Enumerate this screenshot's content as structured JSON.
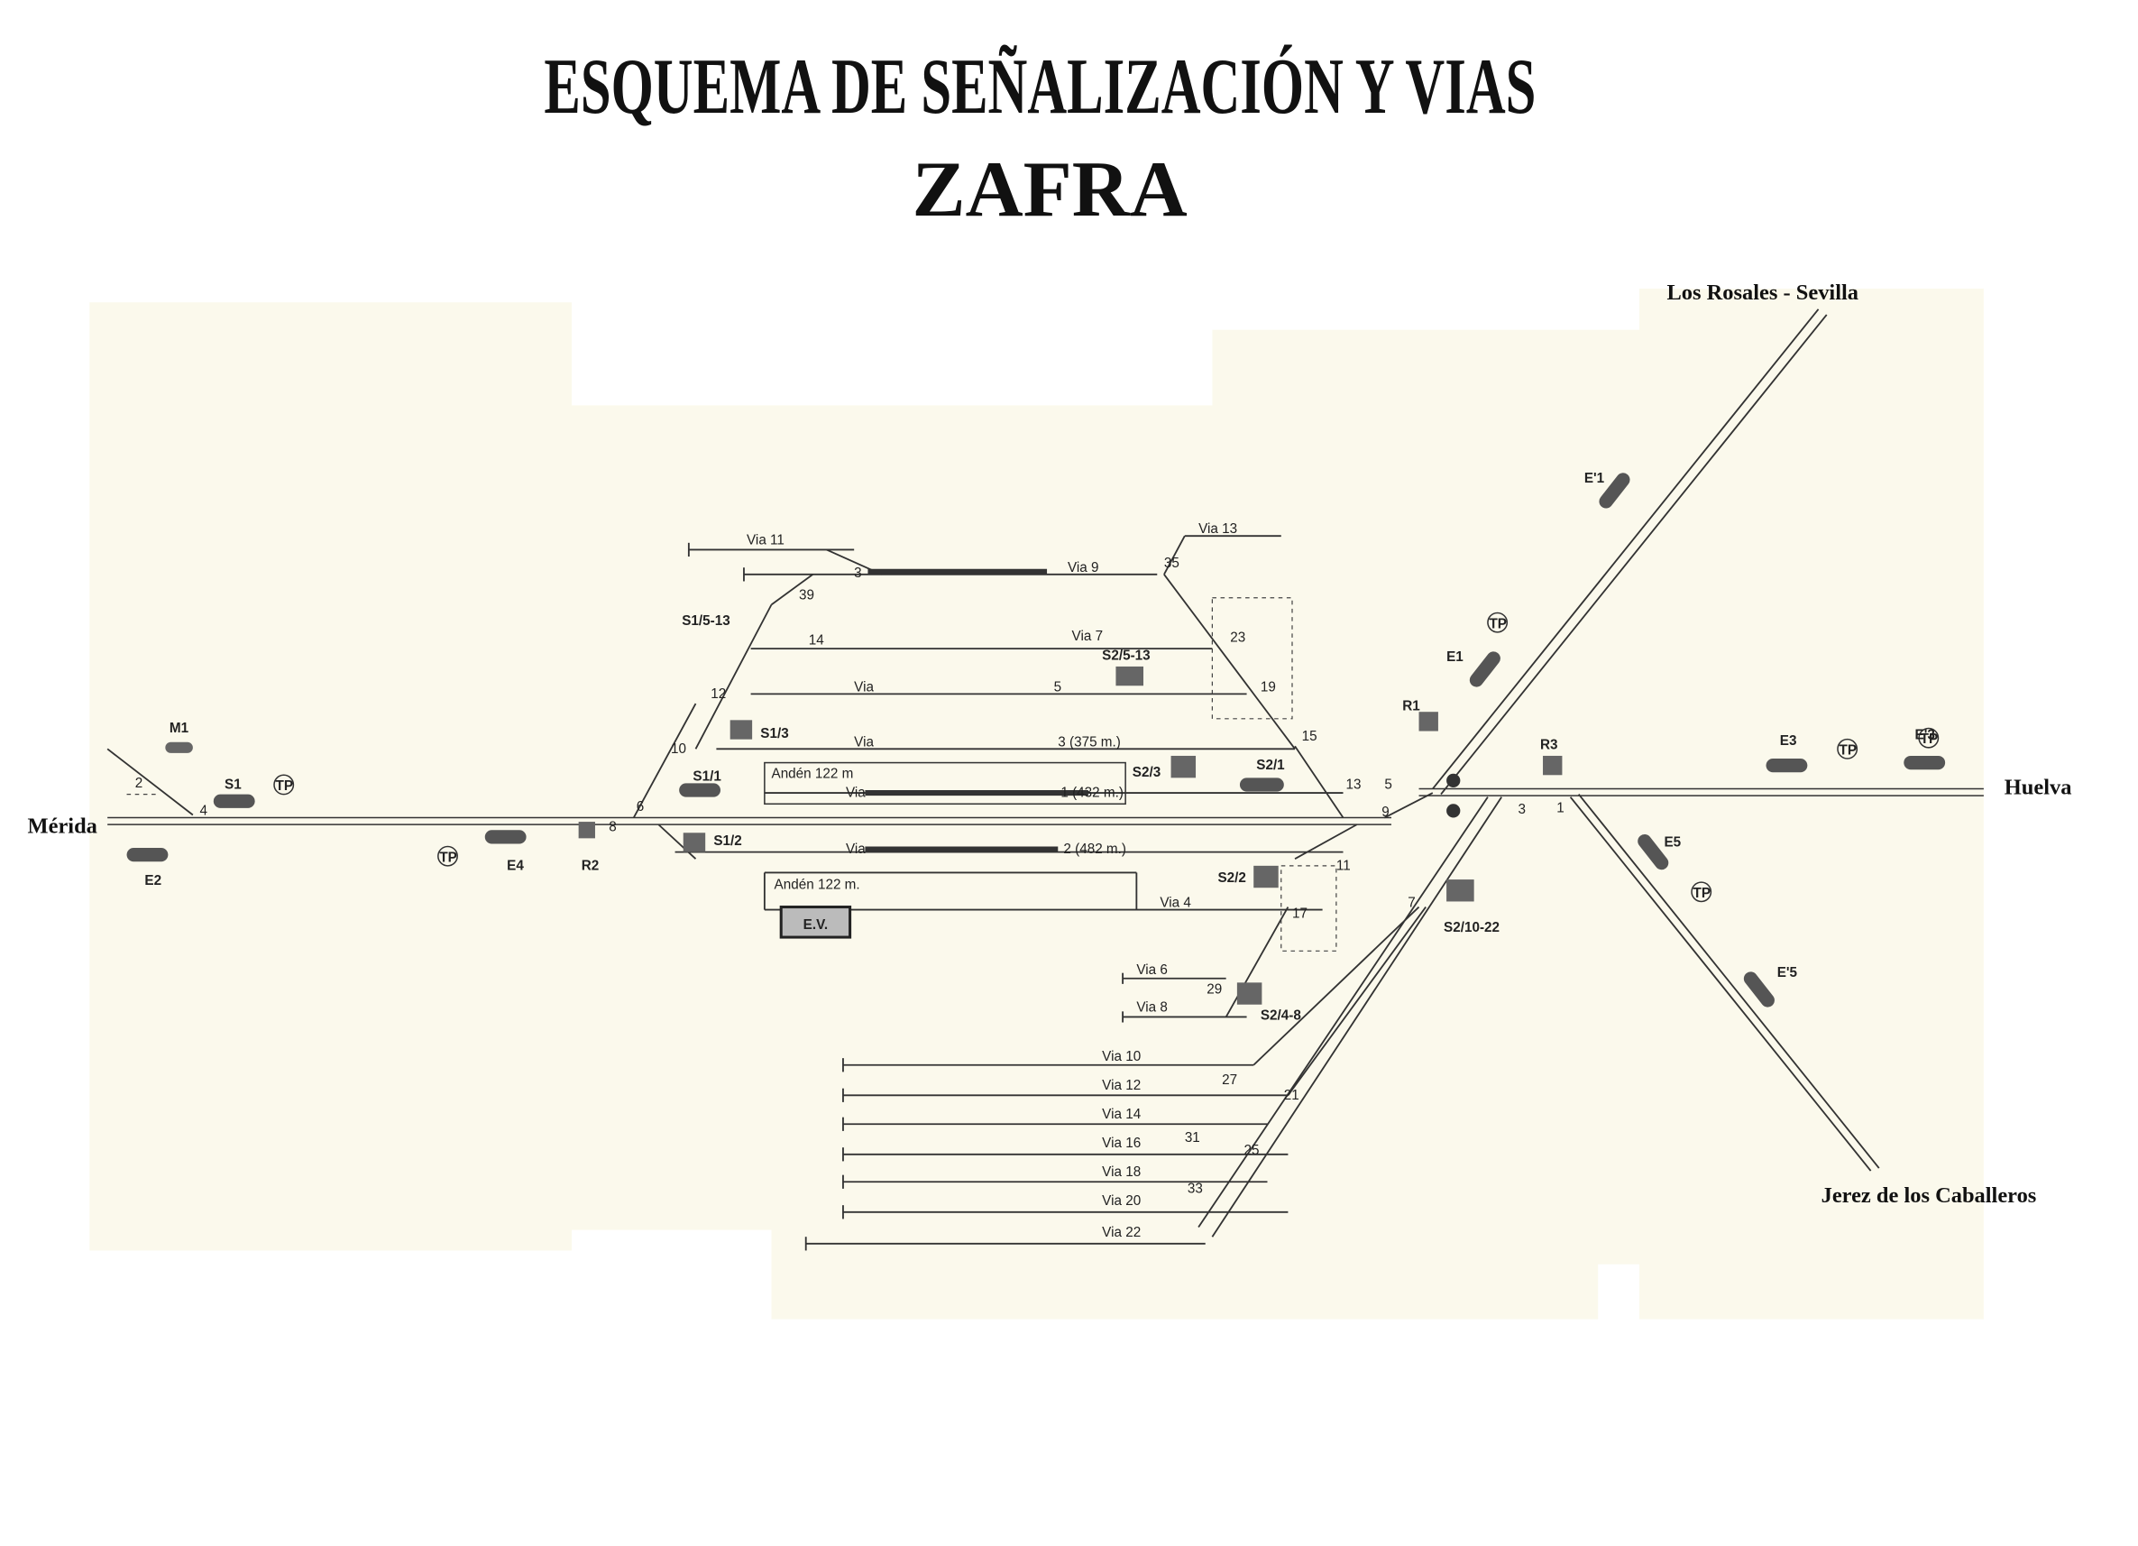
{
  "title": {
    "line1": "ESQUEMA DE SEÑALIZACIÓN Y VIAS",
    "line2": "ZAFRA"
  },
  "places": {
    "merida": "Mérida",
    "huelva": "Huelva",
    "sevilla": "Los Rosales - Sevilla",
    "jerez": "Jerez de los Caballeros"
  },
  "tracks": {
    "via11": "Via 11",
    "via13": "Via 13",
    "via9": "Via 9",
    "via7": "Via 7",
    "via": "Via",
    "via5": "5",
    "via3": "3 (375 m.)",
    "via1": "1 (432 m.)",
    "via2": "2 (482 m.)",
    "via4": "Via 4",
    "via6": "Via 6",
    "via8": "Via 8",
    "via10": "Via 10",
    "via12": "Via 12",
    "via14": "Via 14",
    "via16": "Via 16",
    "via18": "Via 18",
    "via20": "Via 20",
    "via22": "Via 22"
  },
  "platforms": {
    "anden1": "Andén 122 m",
    "anden2": "Andén 122 m."
  },
  "building": "E.V.",
  "signals": {
    "M1": "M1",
    "S1": "S1",
    "E2": "E2",
    "E4": "E4",
    "R2": "R2",
    "S1_5_13": "S1/5-13",
    "S1_3": "S1/3",
    "S1_1": "S1/1",
    "S1_2": "S1/2",
    "S2_5_13": "S2/5-13",
    "S2_3": "S2/3",
    "S2_1": "S2/1",
    "S2_2": "S2/2",
    "S2_4_8": "S2/4-8",
    "S2_10_22": "S2/10-22",
    "R1": "R1",
    "E1": "E1",
    "E_1": "E'1",
    "R3": "R3",
    "E3": "E3",
    "E_3": "E'3",
    "E5": "E5",
    "E_5": "E'5",
    "TP": "TP"
  },
  "switches": {
    "n2": "2",
    "n4": "4",
    "n6": "6",
    "n8": "8",
    "n10": "10",
    "n12": "12",
    "n14": "14",
    "n39": "39",
    "n3a": "3",
    "n35": "35",
    "n23": "23",
    "n19": "19",
    "n15": "15",
    "n13": "13",
    "n5": "5",
    "n9": "9",
    "n11": "11",
    "n17": "17",
    "n29": "29",
    "n7": "7",
    "n3b": "3",
    "n1": "1",
    "n27": "27",
    "n21": "21",
    "n31": "31",
    "n25": "25",
    "n33": "33"
  }
}
